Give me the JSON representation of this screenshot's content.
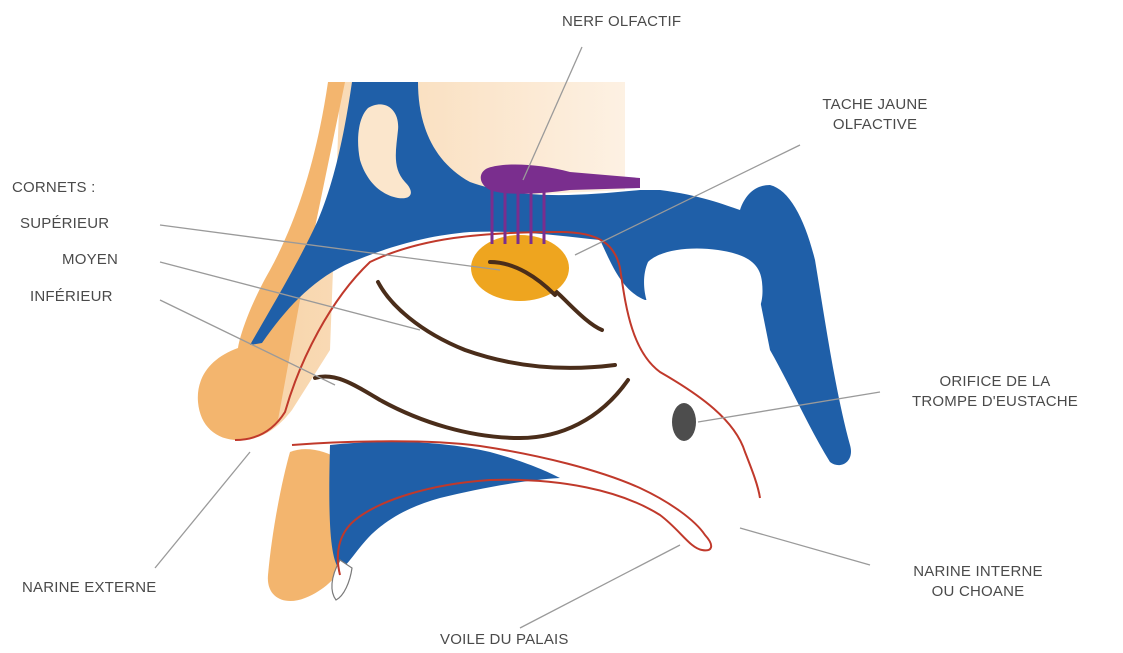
{
  "labels": {
    "nerf_olfactif": "NERF OLFACTIF",
    "tache_jaune_line1": "TACHE JAUNE",
    "tache_jaune_line2": "OLFACTIVE",
    "cornets": "CORNETS :",
    "superieur": "SUPÉRIEUR",
    "moyen": "MOYEN",
    "inferieur": "INFÉRIEUR",
    "orifice_line1": "ORIFICE DE LA",
    "orifice_line2": "TROMPE D'EUSTACHE",
    "narine_externe": "NARINE EXTERNE",
    "narine_interne_line1": "NARINE INTERNE",
    "narine_interne_line2": "OU CHOANE",
    "voile_du_palais": "VOILE DU PALAIS"
  },
  "colors": {
    "bone": "#1f5fa8",
    "skin": "#f6c78f",
    "skin_light": "#fbe6cc",
    "olfactory_spot": "#eea51f",
    "olfactory_nerve": "#7a2e8e",
    "turbinate": "#4a2d1a",
    "mucosa_line": "#c0392b",
    "eustachian_orifice": "#4d4d4d",
    "leader_line": "#9a9a9a",
    "label_text": "#4a4a4a"
  }
}
